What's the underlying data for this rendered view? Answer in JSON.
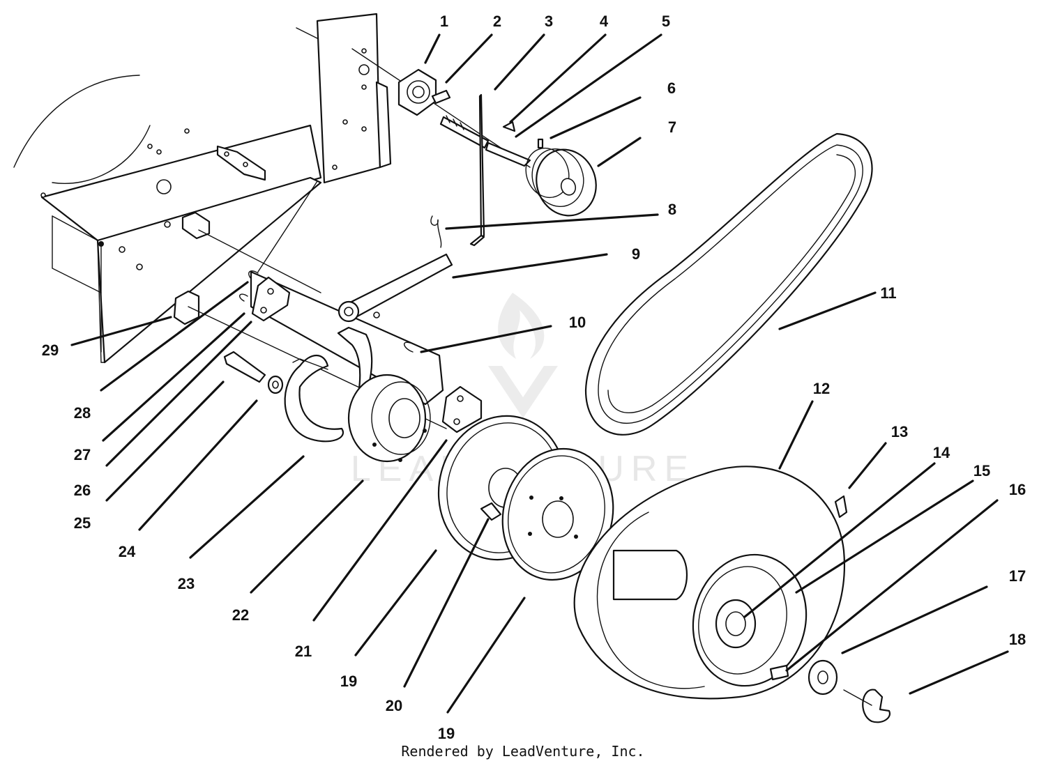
{
  "watermark": {
    "text": "LEADVENTURE"
  },
  "footer": {
    "text": "Rendered by LeadVenture, Inc."
  },
  "callouts": [
    {
      "id": "1",
      "text": "1"
    },
    {
      "id": "2",
      "text": "2"
    },
    {
      "id": "3",
      "text": "3"
    },
    {
      "id": "4",
      "text": "4"
    },
    {
      "id": "5",
      "text": "5"
    },
    {
      "id": "6",
      "text": "6"
    },
    {
      "id": "7",
      "text": "7"
    },
    {
      "id": "8",
      "text": "8"
    },
    {
      "id": "9",
      "text": "9"
    },
    {
      "id": "10",
      "text": "10"
    },
    {
      "id": "11",
      "text": "11"
    },
    {
      "id": "12",
      "text": "12"
    },
    {
      "id": "13",
      "text": "13"
    },
    {
      "id": "14",
      "text": "14"
    },
    {
      "id": "15",
      "text": "15"
    },
    {
      "id": "16",
      "text": "16"
    },
    {
      "id": "17",
      "text": "17"
    },
    {
      "id": "18",
      "text": "18"
    },
    {
      "id": "19a",
      "text": "19"
    },
    {
      "id": "20",
      "text": "20"
    },
    {
      "id": "19b",
      "text": "19"
    },
    {
      "id": "21",
      "text": "21"
    },
    {
      "id": "19c",
      "text": "19"
    },
    {
      "id": "22",
      "text": "22"
    },
    {
      "id": "23",
      "text": "23"
    },
    {
      "id": "24",
      "text": "24"
    },
    {
      "id": "25",
      "text": "25"
    },
    {
      "id": "26",
      "text": "26"
    },
    {
      "id": "27",
      "text": "27"
    },
    {
      "id": "28",
      "text": "28"
    },
    {
      "id": "29",
      "text": "29"
    }
  ]
}
